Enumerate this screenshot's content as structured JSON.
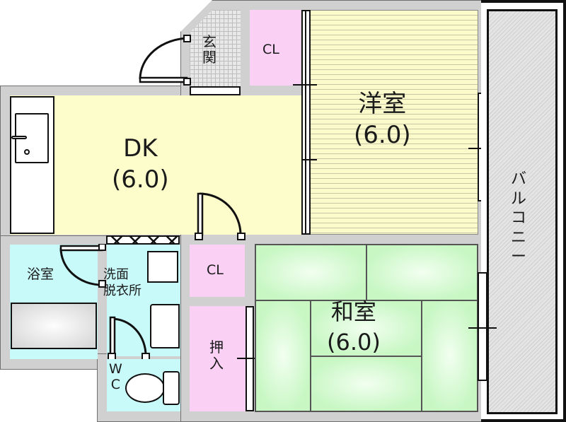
{
  "floor_plan": {
    "rooms": {
      "entrance": {
        "label": "玄\n関"
      },
      "closet_top": {
        "label": "CL"
      },
      "western_room": {
        "label": "洋室\n(6.0)"
      },
      "dining_kitchen": {
        "label": "DK\n(6.0)"
      },
      "balcony": {
        "label": "バ\nル\nコ\nニ\nー"
      },
      "bathroom": {
        "label": "浴室"
      },
      "washroom": {
        "label": "洗面\n脱衣所"
      },
      "closet_mid": {
        "label": "CL"
      },
      "oshiire": {
        "label": "押\n入"
      },
      "japanese_room": {
        "label": "和室\n(6.0)"
      },
      "toilet": {
        "label": "W\nC"
      }
    },
    "colors": {
      "wall": "#d0d0d0",
      "dk_floor": "#fdfccb",
      "western_floor": "#fbfacb",
      "closet": "#fad0f5",
      "wet_area": "#c8fafa",
      "tatami": "#c8f7c4",
      "balcony": "#e4e4e4"
    }
  }
}
